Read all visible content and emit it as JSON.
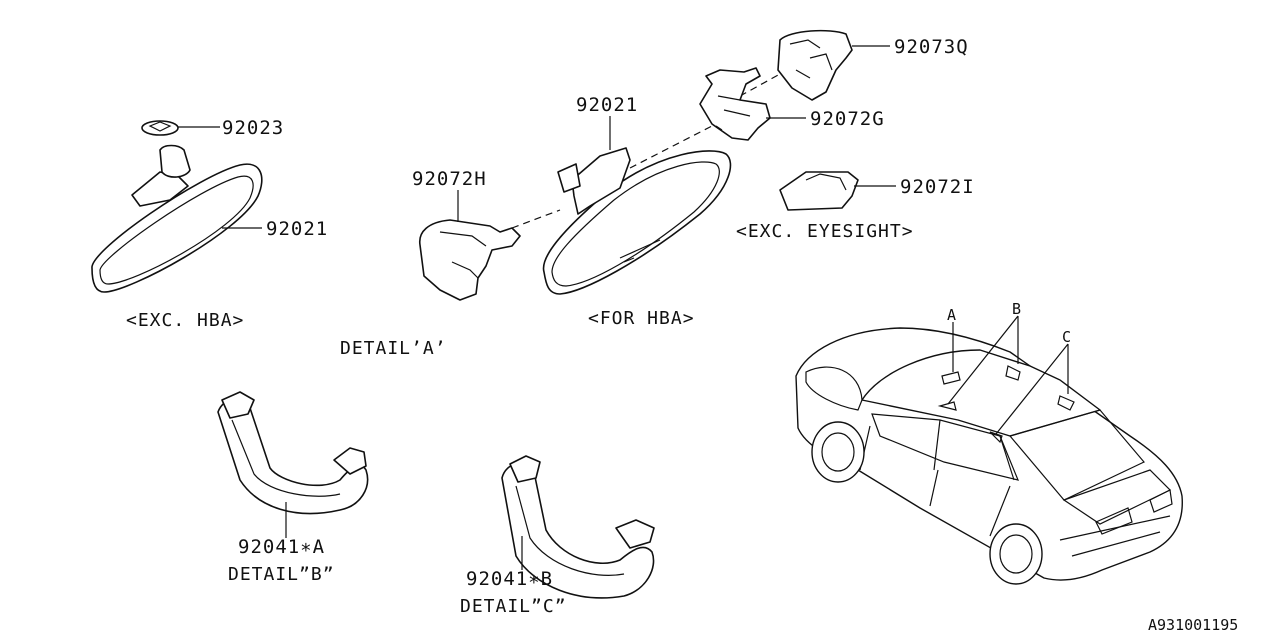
{
  "parts": {
    "p92023": "92023",
    "p92021_left": "92021",
    "p92021_center": "92021",
    "p92072H": "92072H",
    "p92073Q": "92073Q",
    "p92072G": "92072G",
    "p92072I": "92072I",
    "p92041A": "92041∗A",
    "p92041B": "92041∗B"
  },
  "captions": {
    "exc_hba": "<EXC. HBA>",
    "detail_a": "DETAIL’A’",
    "for_hba": "<FOR HBA>",
    "exc_eyesight": "<EXC. EYESIGHT>",
    "detail_b": "DETAIL”B”",
    "detail_c": "DETAIL”C”"
  },
  "car_markers": {
    "a": "A",
    "b": "B",
    "c": "C"
  },
  "diagram_id": "A931001195"
}
